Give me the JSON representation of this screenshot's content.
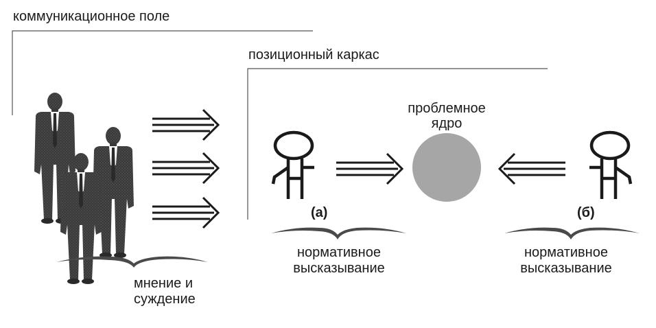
{
  "labels": {
    "communication_field": "коммуникационное поле",
    "positional_frame": "позиционный каркас",
    "problem_core_line1": "проблемное",
    "problem_core_line2": "ядро",
    "opinion_line1": "мнение и",
    "opinion_line2": "суждение",
    "normative_a_line1": "нормативное",
    "normative_a_line2": "высказывание",
    "normative_b_line1": "нормативное",
    "normative_b_line2": "высказывание",
    "marker_a": "(а)",
    "marker_b": "(б)"
  },
  "colors": {
    "ink": "#1a1a1a",
    "frame_line": "#555555",
    "core_circle": "#a6a6a6",
    "suit": "#3d3d3d",
    "shirt": "#ffffff"
  },
  "icons": [
    "businessmen-group-icon",
    "stick-figure-icon",
    "triple-arrow-icon",
    "curly-brace-icon"
  ]
}
